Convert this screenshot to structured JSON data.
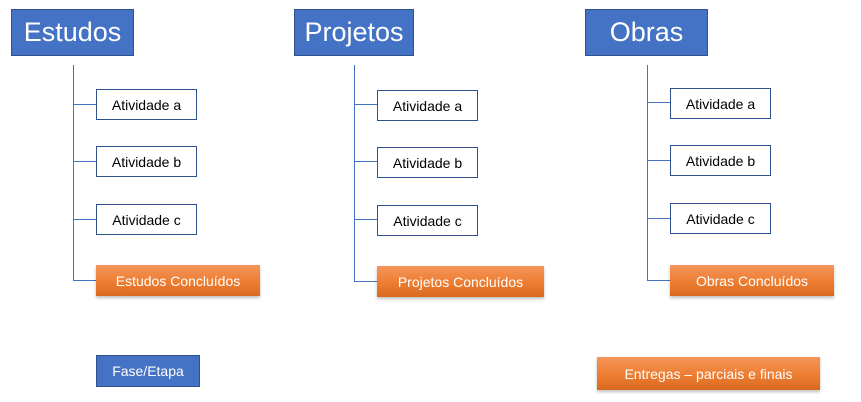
{
  "columns": [
    {
      "phase": "Estudos",
      "activities": [
        "Atividade a",
        "Atividade b",
        "Atividade c"
      ],
      "completed": "Estudos Concluídos"
    },
    {
      "phase": "Projetos",
      "activities": [
        "Atividade a",
        "Atividade b",
        "Atividade c"
      ],
      "completed": "Projetos Concluídos"
    },
    {
      "phase": "Obras",
      "activities": [
        "Atividade a",
        "Atividade b",
        "Atividade c"
      ],
      "completed": "Obras Concluídos"
    }
  ],
  "legend": {
    "phase_label": "Fase/Etapa",
    "deliverable_label": "Entregas – parciais e finais"
  },
  "colors": {
    "phase_blue": "#4472c4",
    "deliverable_orange": "#ed7d31"
  }
}
